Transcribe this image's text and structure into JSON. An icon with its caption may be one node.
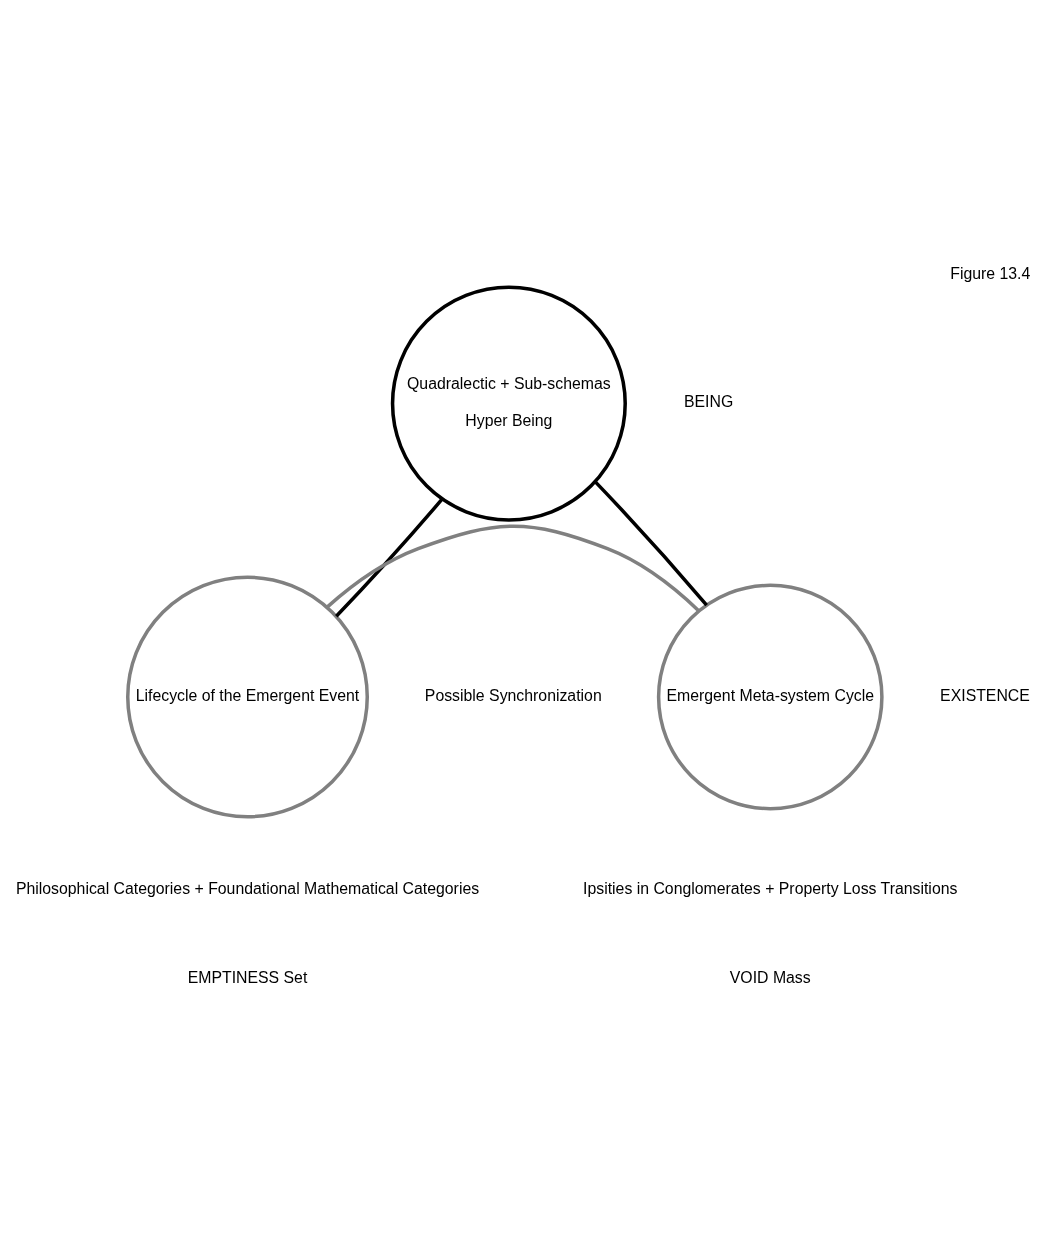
{
  "diagram": {
    "title": "Figure 13.4",
    "nodes": [
      {
        "text": [
          "Quadralectic + Sub-schemas",
          "Hyper Being"
        ]
      },
      {
        "text": [
          "Lifecycle of the Emergent Event"
        ]
      },
      {
        "text": [
          "Emergent Meta-system Cycle"
        ]
      }
    ],
    "edges": [
      {
        "from": 1,
        "to": 0,
        "arrow": "none"
      },
      {
        "from": 2,
        "to": 0,
        "arrow": "none"
      },
      {
        "from": 1,
        "to": 2,
        "arrow": "none",
        "color": "#808080"
      }
    ],
    "labels": [
      "BEING",
      "EXISTENCE",
      "Possible Synchronization",
      "Philosophical Categories + Foundational Mathematical Categories",
      "Ipsities in Conglomerates + Property Loss Transitions",
      "EMPTINESS Set",
      "VOID Mass"
    ]
  }
}
